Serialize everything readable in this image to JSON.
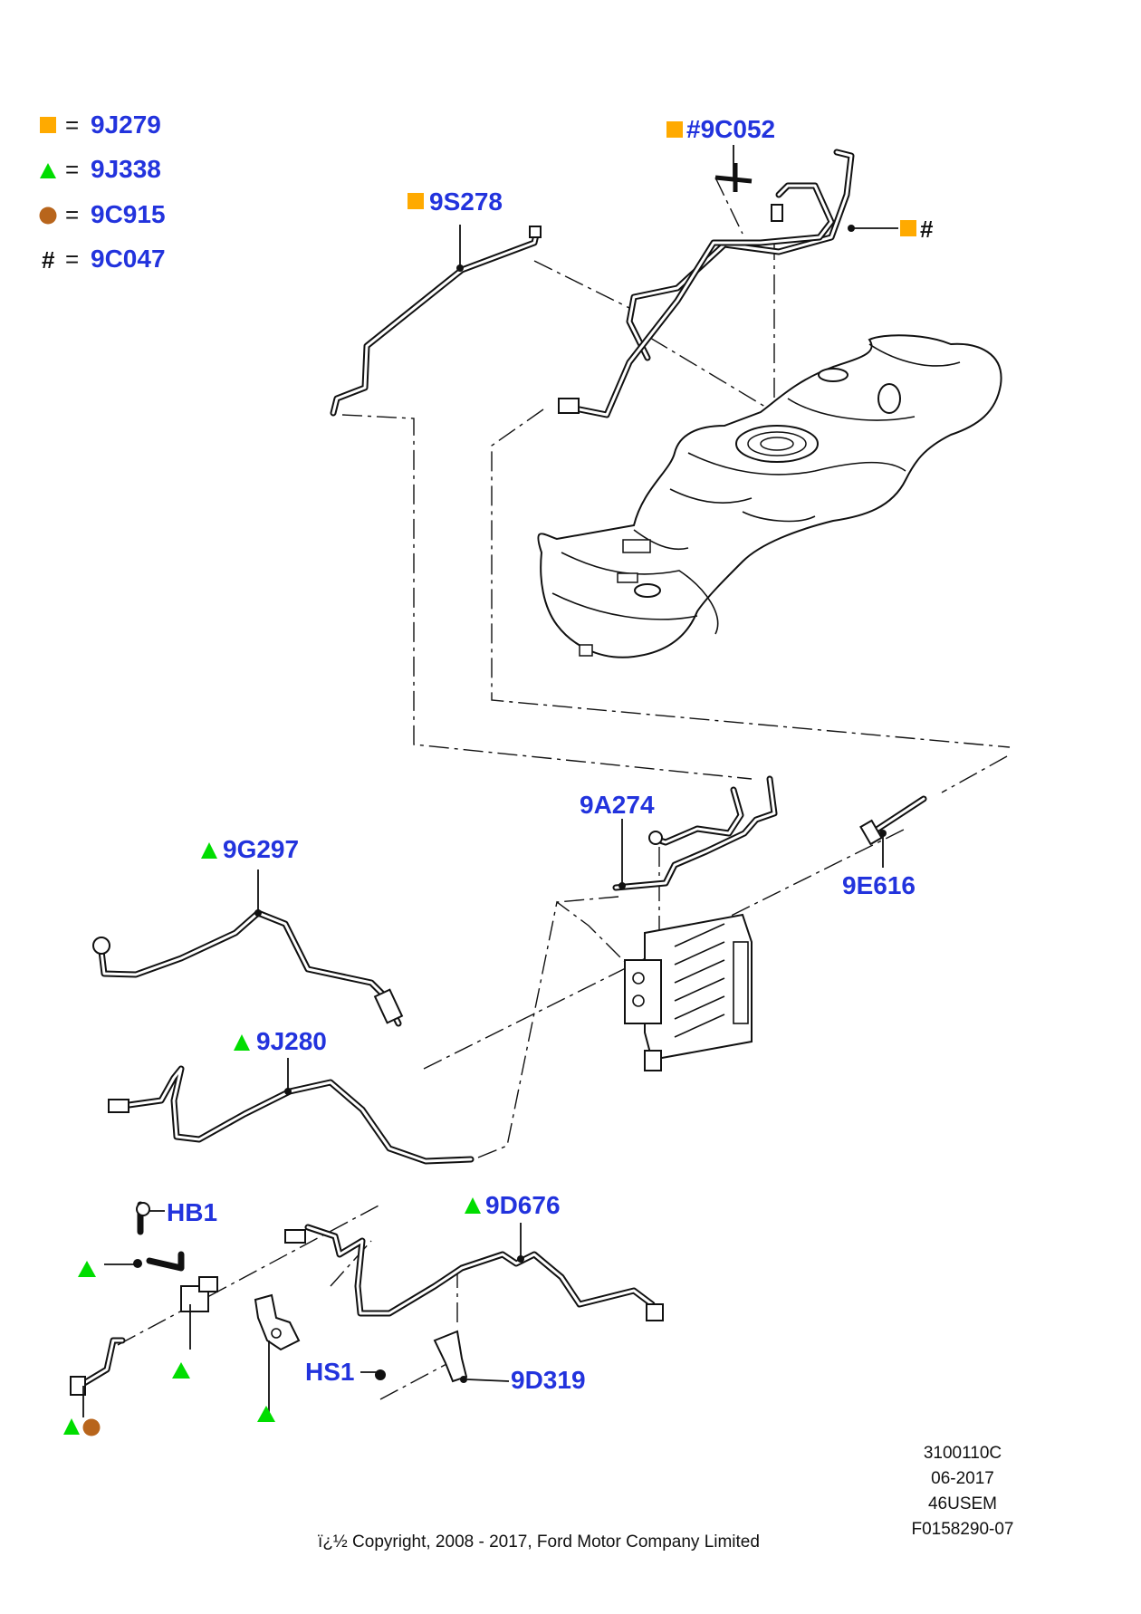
{
  "legend": [
    {
      "symbol": "square",
      "equals": "=",
      "code": "9J279"
    },
    {
      "symbol": "triangle",
      "equals": "=",
      "code": "9J338"
    },
    {
      "symbol": "circle",
      "equals": "=",
      "code": "9C915"
    },
    {
      "symbol": "hash",
      "equals": "=",
      "code": "9C047"
    }
  ],
  "callouts": {
    "c_9c052": "#9C052",
    "c_hash": "#",
    "c_9s278": "9S278",
    "c_9a274": "9A274",
    "c_9e616": "9E616",
    "c_9g297": "9G297",
    "c_9j280": "9J280",
    "c_hb1": "HB1",
    "c_9d676": "9D676",
    "c_hs1": "HS1",
    "c_9d319": "9D319"
  },
  "meta": {
    "line1": "3100110C",
    "line2": "06-2017",
    "line3": "46USEM",
    "line4": "F0158290-07"
  },
  "copyright": "ï¿½ Copyright, 2008 - 2017, Ford Motor Company Limited",
  "colors": {
    "square": "#ffaa00",
    "triangle": "#00dd00",
    "circle": "#b8651c",
    "label": "#2233dd"
  },
  "icons": {
    "square": "orange-square-icon",
    "triangle": "green-triangle-icon",
    "circle": "brown-circle-icon"
  }
}
